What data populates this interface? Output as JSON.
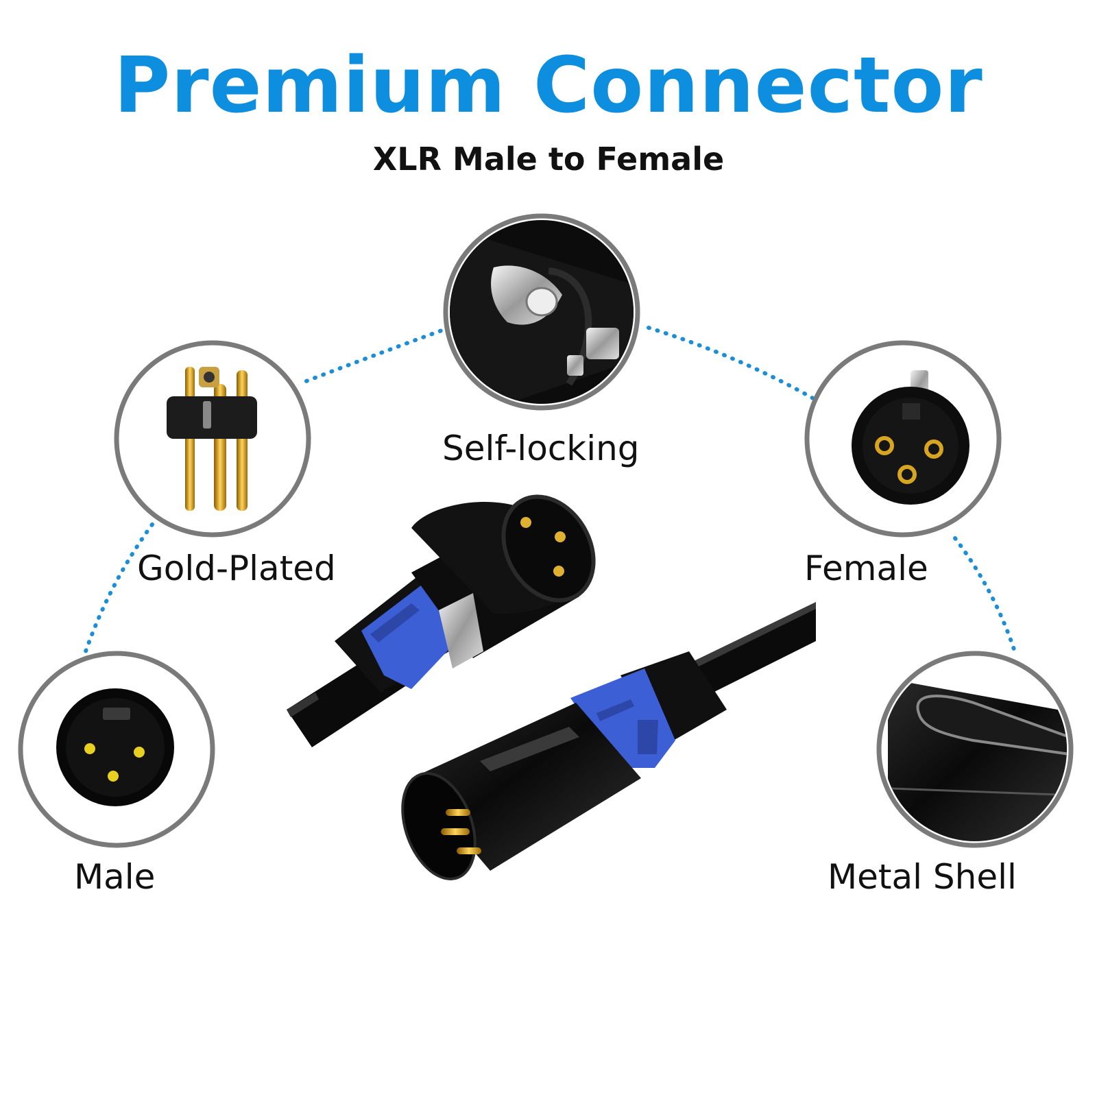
{
  "header": {
    "title": "Premium Connector",
    "subtitle": "XLR Male to Female"
  },
  "features": {
    "self_locking": "Self-locking",
    "gold_plated": "Gold-Plated",
    "female": "Female",
    "male": "Male",
    "metal_shell": "Metal Shell"
  },
  "colors": {
    "title": "#0d8ede",
    "accent_blue": "#3d5fd6",
    "dotted_line": "#1a8fd8",
    "circle_border": "#7a7a7a",
    "gold": "#d8a520"
  }
}
